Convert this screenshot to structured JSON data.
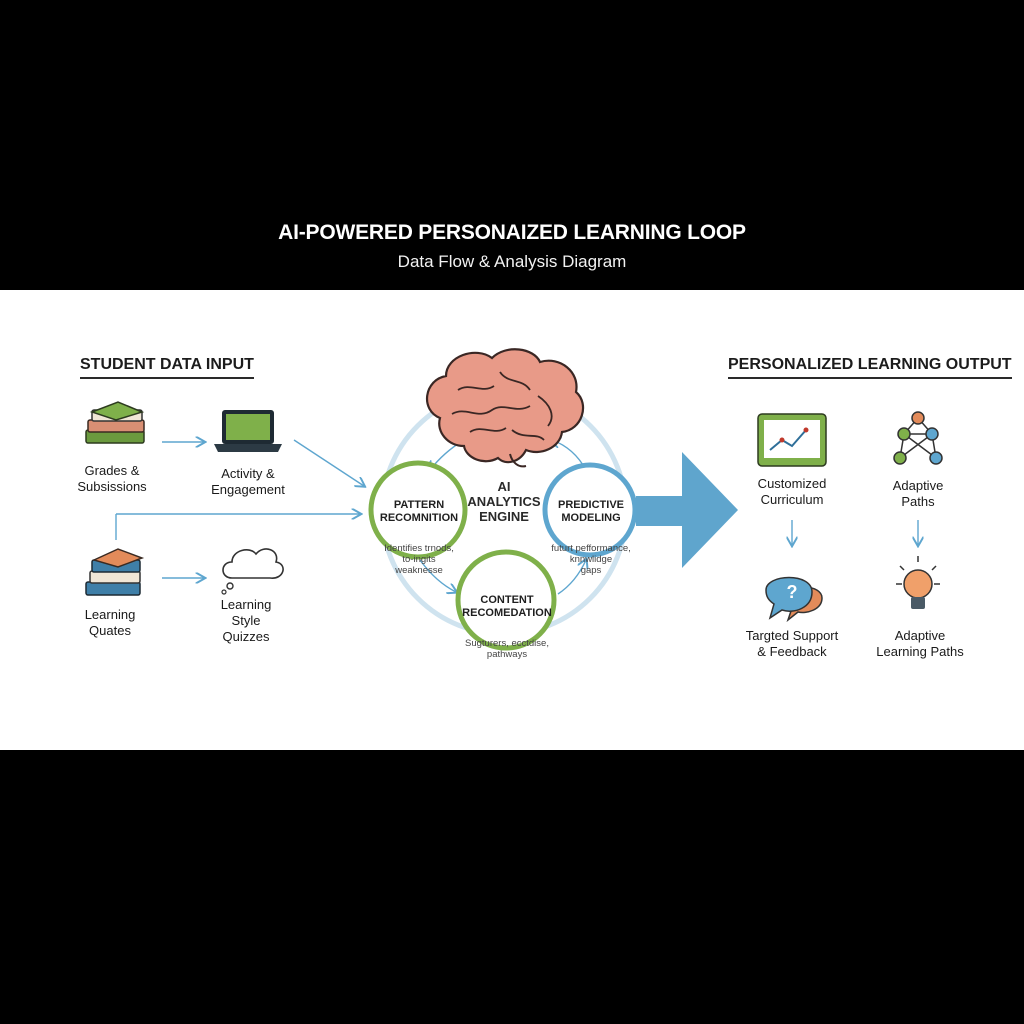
{
  "header": {
    "title": "AI-POWERED PERSONAIZED LEARNING LOOP",
    "subtitle": "Data Flow & Analysis Diagram"
  },
  "input": {
    "heading": "STUDENT DATA INPUT",
    "items": [
      {
        "label": "Grades &\nSubsissions",
        "icon": "books-stack-icon"
      },
      {
        "label": "Activity &\nEngagement",
        "icon": "laptop-icon"
      },
      {
        "label": "Learning\nQuates",
        "icon": "books-stack-icon"
      },
      {
        "label": "Learning\nStyle\nQuizzes",
        "icon": "thought-cloud-icon"
      }
    ]
  },
  "engine": {
    "label": "AI\nANALYTICS\nENGINE",
    "icon": "brain-icon",
    "nodes": [
      {
        "title": "PATTERN\nRECOMNITION",
        "desc": "Identifies trnods,\nto-ingits\nweaknesse"
      },
      {
        "title": "PREDICTIVE\nMODELING",
        "desc": "futurt pefformance,\nknnwlidge\ngaps"
      },
      {
        "title": "CONTENT\nRECOMEDATION",
        "desc": "Sugturers, ecctdise,\npathways"
      }
    ]
  },
  "output": {
    "heading": "PERSONALIZED LEARNING OUTPUT",
    "items": [
      {
        "label": "Customized\nCurriculum",
        "icon": "tablet-chart-icon"
      },
      {
        "label": "Adaptive\nPaths",
        "icon": "network-nodes-icon"
      },
      {
        "label": "Targted Support\n& Feedback",
        "icon": "speech-bubbles-question-icon"
      },
      {
        "label": "Adaptive\nLearning Paths",
        "icon": "lightbulb-icon"
      }
    ]
  },
  "colors": {
    "accent_blue": "#5ea6cf",
    "green": "#7fb04a",
    "brain": "#e89a88",
    "arrow": "#5fa5cd"
  }
}
